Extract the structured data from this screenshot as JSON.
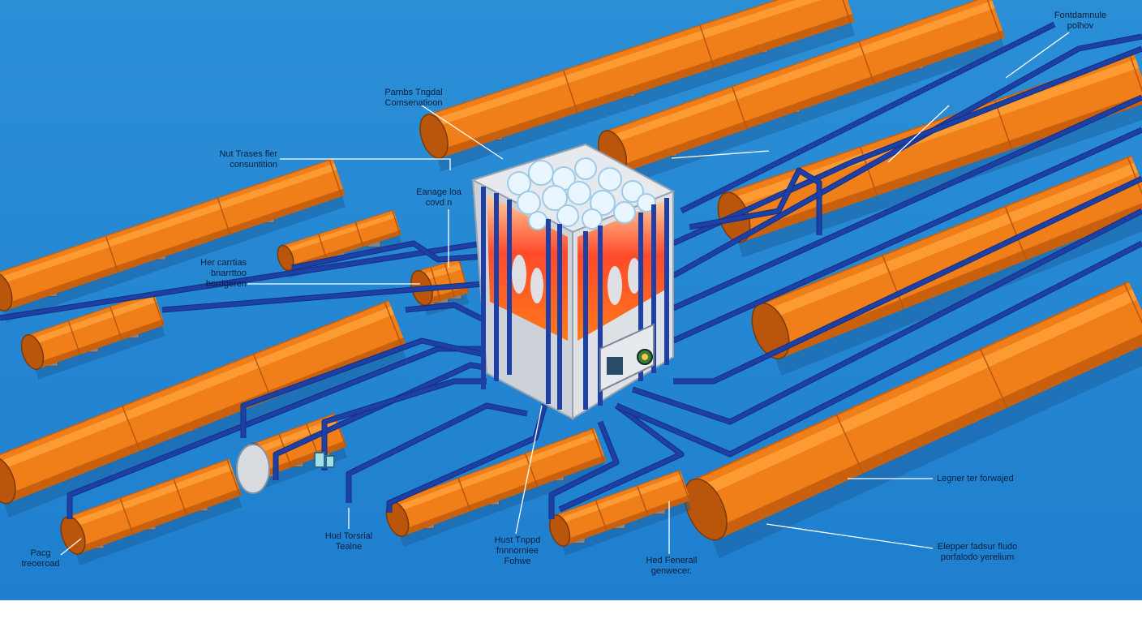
{
  "colors": {
    "background_top": "#2b8fd6",
    "background_bottom": "#1f7fcf",
    "pipe_orange": "#f07f1a",
    "pipe_orange_dark": "#c9600e",
    "pipe_orange_light": "#ffa23a",
    "pipe_blue": "#1d3fa6",
    "support_grey": "#7c8794",
    "tank_grey": "#d9dde2",
    "fire": "#ff5a1f",
    "text": "#0b1e3a",
    "leader": "#ffffff"
  },
  "icons": [
    "ice-cluster-icon",
    "flame-icon",
    "control-panel-icon",
    "gauge-icon",
    "valve-icon"
  ],
  "labels": {
    "top_center": [
      "Parnbs Tngdal",
      "Comsenatioon"
    ],
    "top_left": [
      "Nut Trases fler",
      "consuntition"
    ],
    "tank_side": [
      "Eanage loa",
      "covd n"
    ],
    "mid_left": [
      "Her carrtias",
      "bnarrttoo",
      "bordgeren"
    ],
    "top_right": [
      "Fontdamnule",
      "polhov"
    ],
    "right_mid": [
      "Legner ter forwajed"
    ],
    "bottom_right": [
      "Elepper fadsur fludo",
      "porfalodo yerelium"
    ],
    "bottom_left": [
      "Pacg",
      "treoeroad"
    ],
    "bottom_mid_left": [
      "Hud Torsrial",
      "Tealne"
    ],
    "bottom_center": [
      "Hust Tnppd",
      "fnnnorniee",
      "Fohwe"
    ],
    "bottom_mid_right": [
      "Hed Fenerall",
      "genwecer."
    ]
  }
}
